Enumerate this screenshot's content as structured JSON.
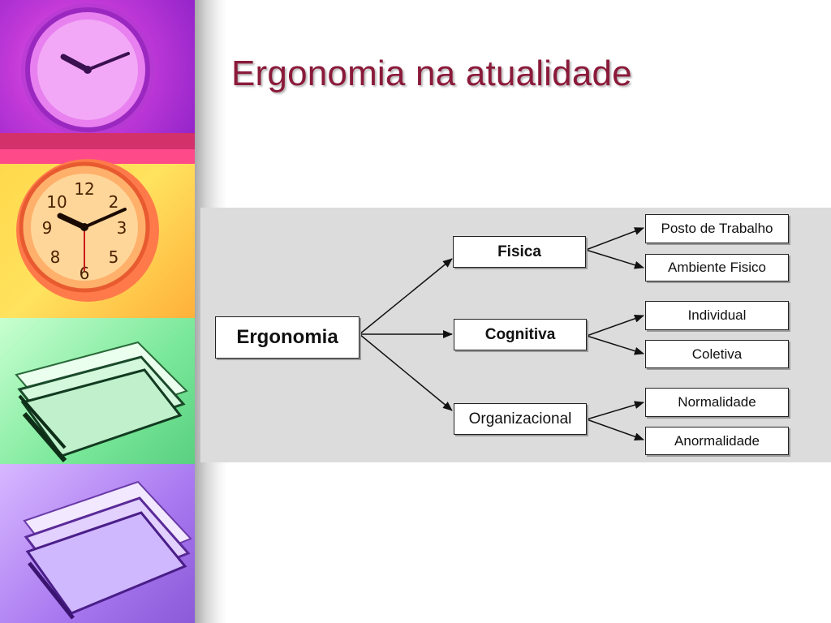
{
  "slide": {
    "title": "Ergonomia na atualidade"
  },
  "decoration": {
    "panels": [
      {
        "name": "clock-photo-purple",
        "color": "#c33ad8"
      },
      {
        "name": "clock-photo-yellow",
        "color": "#ffd84a"
      },
      {
        "name": "papers-photo-green",
        "color": "#7ae89a"
      },
      {
        "name": "papers-photo-purple",
        "color": "#a878f0"
      }
    ]
  },
  "diagram": {
    "root": "Ergonomia",
    "branches": [
      {
        "label": "Fisica",
        "children": [
          "Posto de Trabalho",
          "Ambiente Fisico"
        ]
      },
      {
        "label": "Cognitiva",
        "children": [
          "Individual",
          "Coletiva"
        ]
      },
      {
        "label": "Organizacional",
        "children": [
          "Normalidade",
          "Anormalidade"
        ]
      }
    ],
    "background": "#dcdcdc"
  }
}
